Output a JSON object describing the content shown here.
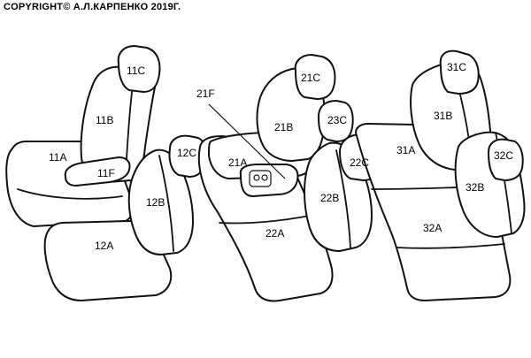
{
  "copyright": "COPYRIGHT© А.Л.КАРПЕНКО 2019Г.",
  "labels": {
    "l11C": "11C",
    "l11B": "11B",
    "l11A": "11A",
    "l11F": "11F",
    "l12C": "12C",
    "l12B": "12B",
    "l12A": "12A",
    "l21F": "21F",
    "l21A": "21A",
    "l21C": "21C",
    "l21B": "21B",
    "l23C": "23C",
    "l22C": "22C",
    "l22B": "22B",
    "l22A": "22A",
    "l31C": "31C",
    "l31B": "31B",
    "l31A": "31A",
    "l32C": "32C",
    "l32B": "32B",
    "l32A": "32A"
  }
}
